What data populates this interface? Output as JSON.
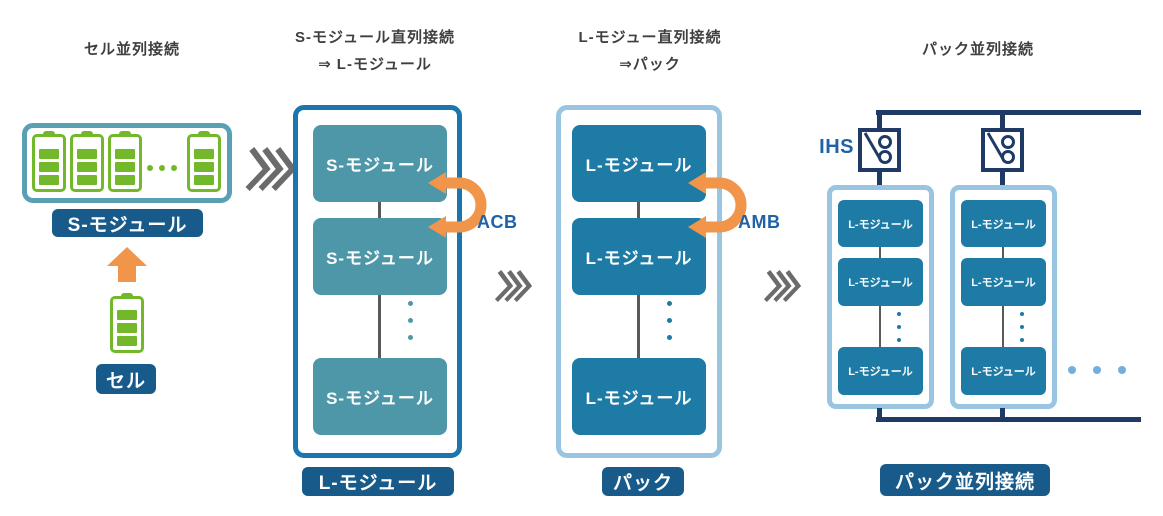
{
  "columns": {
    "cell_parallel": {
      "title": "セル並列接続",
      "result_label": "S-モジュール",
      "cell_label": "セル"
    },
    "s_module_series": {
      "title_line1": "S-モジュール直列接続",
      "title_line2": "⇒ L-モジュール",
      "module_label": "S-モジュール",
      "result_label": "L-モジュール",
      "balancer_label": "ACB"
    },
    "l_module_series": {
      "title_line1": "L-モジュー直列接続",
      "title_line2": "⇒パック",
      "module_label": "L-モジュール",
      "result_label": "パック",
      "balancer_label": "AMB"
    },
    "pack_parallel": {
      "title": "パック並列接続",
      "switch_label": "IHS",
      "module_label": "L-モジュール",
      "result_label": "パック並列接続"
    }
  },
  "colors": {
    "teal_border": "#5aa0b5",
    "blue_border": "#1b76ad",
    "light_blue_border": "#99c5e3",
    "teal_box": "#4e97a8",
    "blue_box": "#1d7ba5",
    "navy_label": "#185b8b",
    "navy_line": "#203a66",
    "battery_green": "#72b82a",
    "arrow_orange": "#f0954a",
    "chevron_gray": "#6b6b6b",
    "balancer_text_blue": "#1f62a5"
  }
}
